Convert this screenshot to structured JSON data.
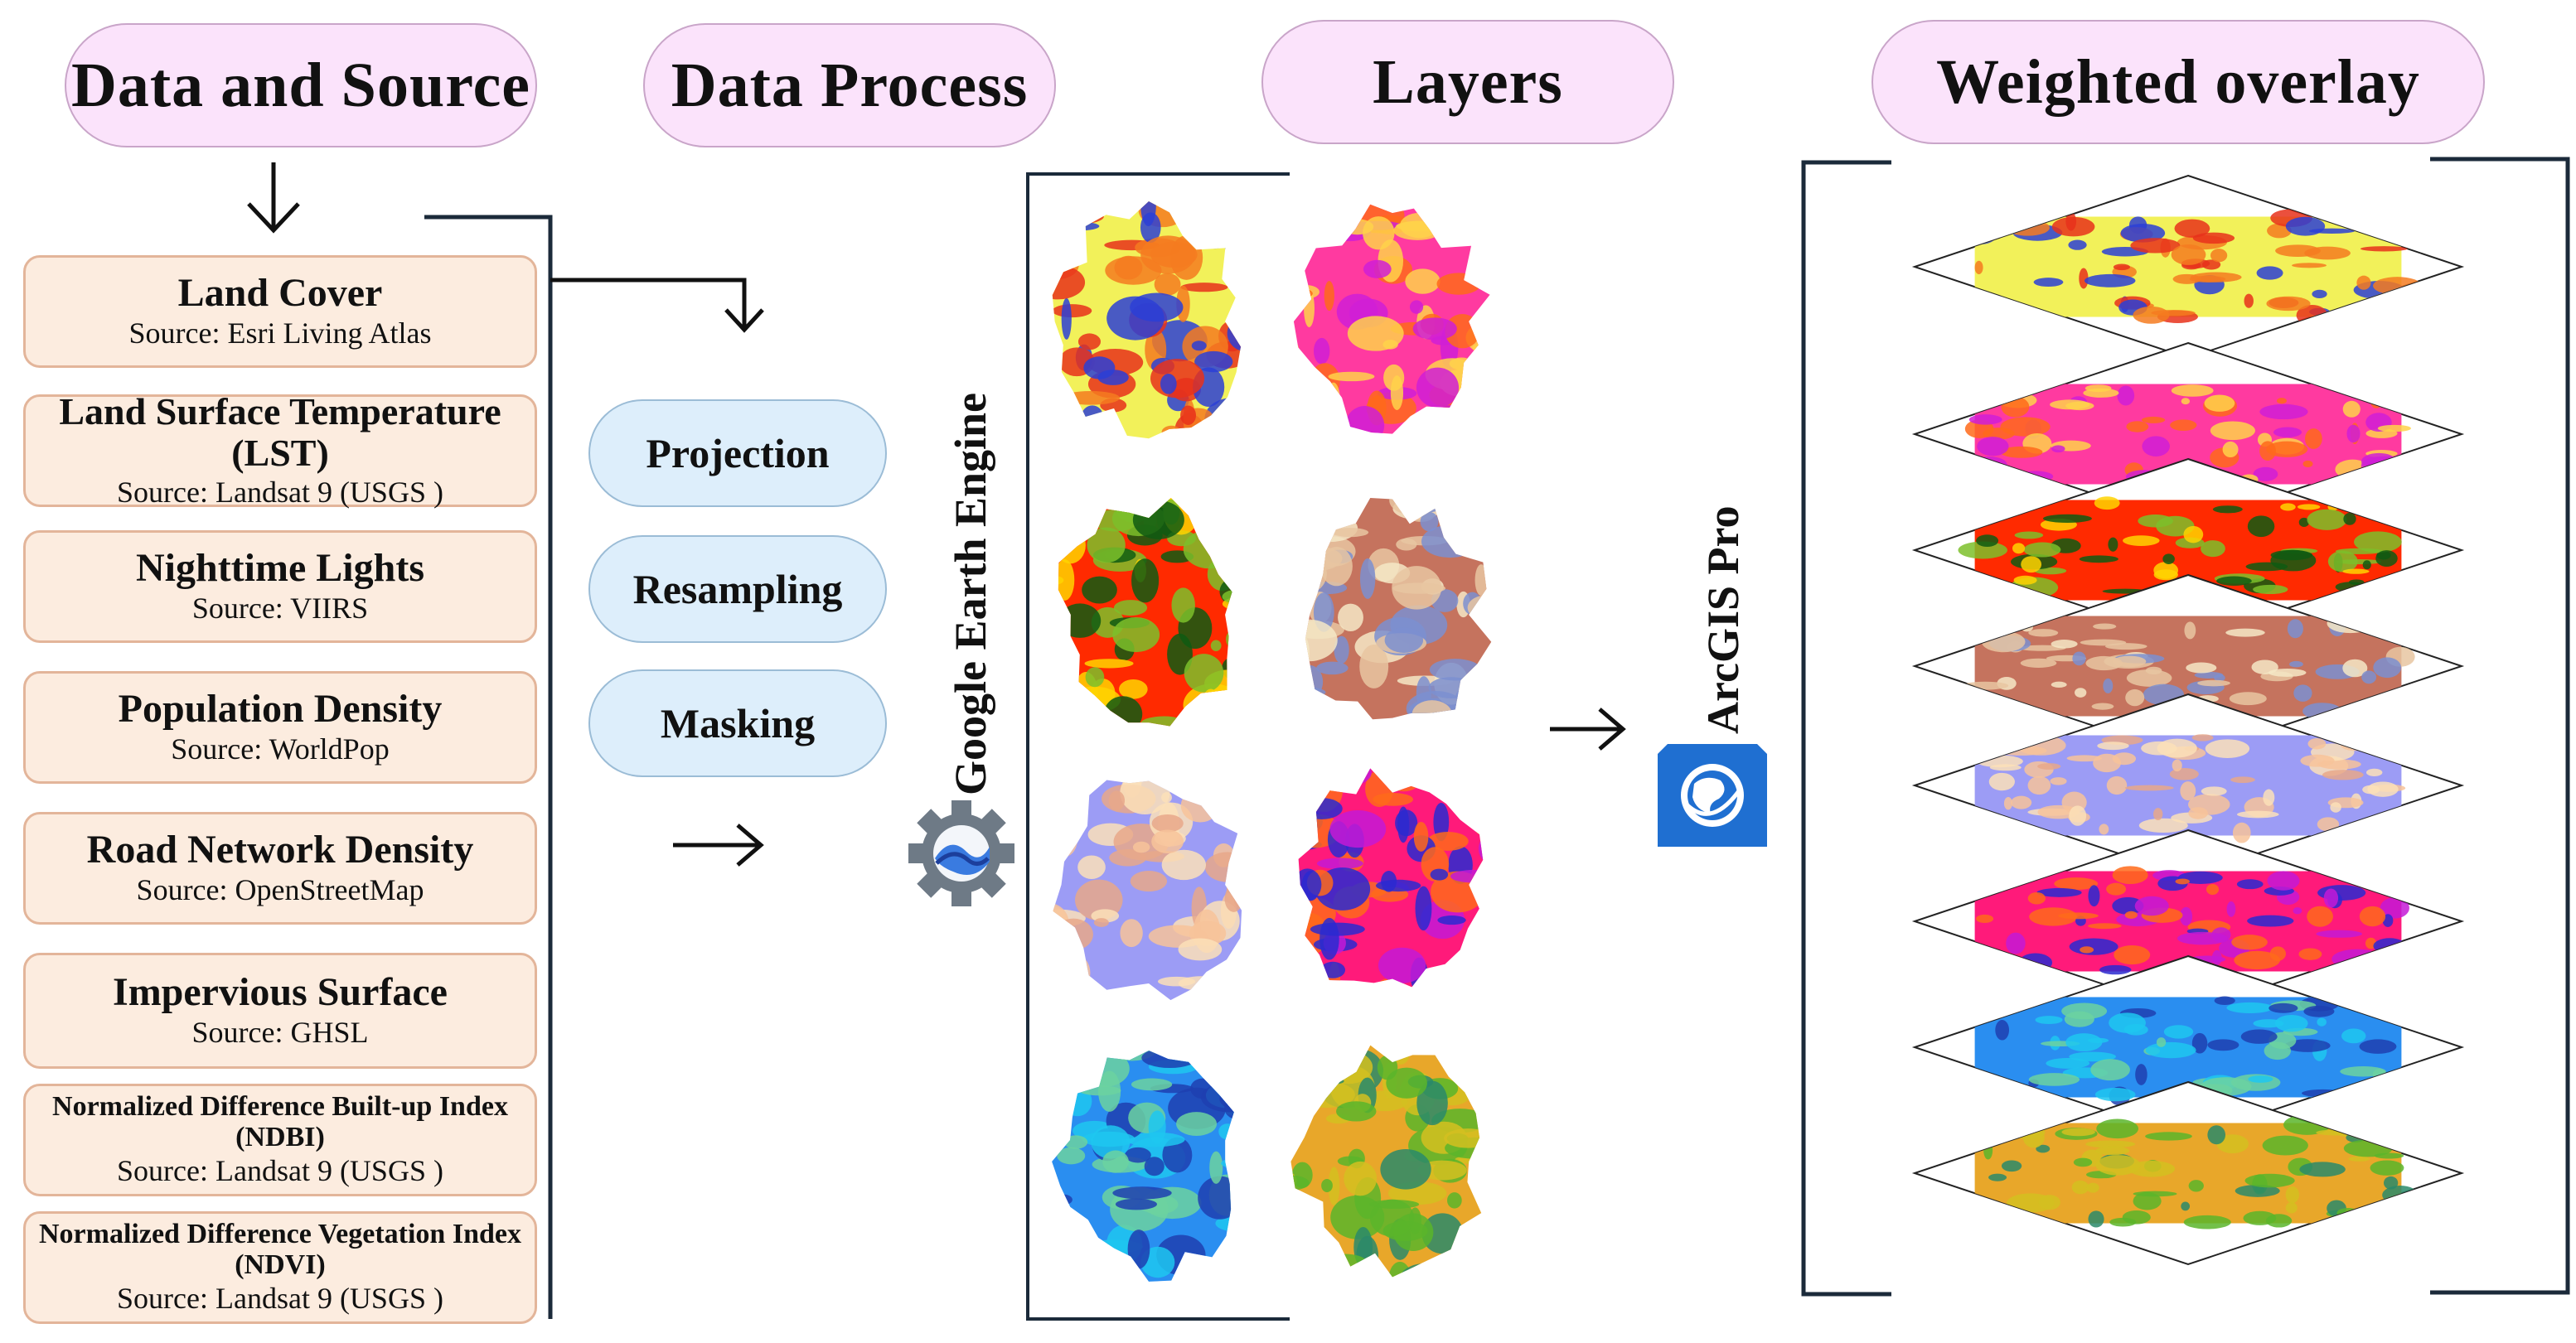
{
  "headers": {
    "data_source": "Data and Source",
    "data_process": "Data Process",
    "layers": "Layers",
    "weighted_overlay": "Weighted overlay"
  },
  "sources": [
    {
      "title": "Land Cover",
      "source": "Source: Esri Living Atlas"
    },
    {
      "title": "Land Surface Temperature (LST)",
      "source": "Source: Landsat 9 (USGS )"
    },
    {
      "title": "Nighttime Lights",
      "source": "Source: VIIRS"
    },
    {
      "title": "Population Density",
      "source": "Source: WorldPop"
    },
    {
      "title": "Road Network Density",
      "source": "Source: OpenStreetMap"
    },
    {
      "title": "Impervious Surface",
      "source": "Source: GHSL"
    },
    {
      "title": "Normalized Difference Built-up Index (NDBI)",
      "source": "Source: Landsat 9 (USGS )"
    },
    {
      "title": "Normalized Difference Vegetation Index (NDVI)",
      "source": "Source: Landsat 9 (USGS )"
    }
  ],
  "process_steps": [
    "Projection",
    "Resampling",
    "Masking"
  ],
  "platforms": {
    "gee": "Google Earth Engine",
    "arcgis": "ArcGIS Pro"
  },
  "icons": {
    "gee": "gear-icon",
    "arcgis": "globe-icon",
    "arrows": "arrow-icon"
  },
  "layer_palettes": [
    [
      "#f2f15a",
      "#f47b20",
      "#e8311b",
      "#2b3fd6"
    ],
    [
      "#ff3aa0",
      "#ff6a1a",
      "#d01fd6",
      "#ffd24a"
    ],
    [
      "#ff2a00",
      "#ffd400",
      "#7cbf2a",
      "#0f5b12"
    ],
    [
      "#c5735e",
      "#e7c6a1",
      "#f5e8c5",
      "#7b8fd0"
    ],
    [
      "#9c9cf5",
      "#f7c39a",
      "#fbe0b8",
      "#e8a88a"
    ],
    [
      "#ff1a7a",
      "#ff6a1a",
      "#c41ad6",
      "#2a2ad0"
    ],
    [
      "#2a8ef0",
      "#1fc7f0",
      "#6cd2a0",
      "#1f3fb0"
    ],
    [
      "#e8a72a",
      "#d4c020",
      "#5ab52a",
      "#2a8a6a"
    ]
  ]
}
